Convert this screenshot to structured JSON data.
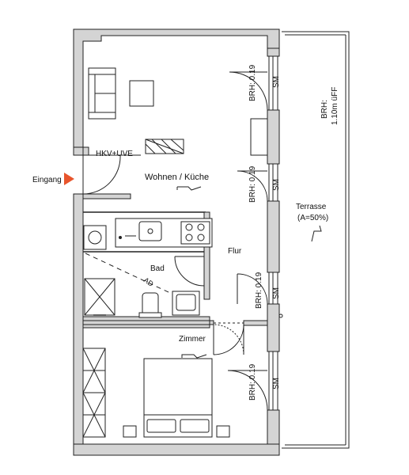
{
  "rooms": {
    "living_kitchen": "Wohnen / Küche",
    "bath": "Bad",
    "hall": "Flur",
    "bedroom": "Zimmer",
    "terrace": "Terrasse",
    "terrace_area": "(A=50%)"
  },
  "labels": {
    "entrance": "Eingang",
    "distribution": "HKV+UVE",
    "terrace_railing": "BRH:",
    "terrace_railing_height": "1.10m üFF",
    "windows": [
      {
        "sill": "BRH: 0.19",
        "marker": "SM"
      },
      {
        "sill": "BRH: 0.19",
        "marker": "SM"
      },
      {
        "sill": "BRH: 0.19",
        "marker": "SM"
      },
      {
        "sill": "BRH: 0.19",
        "marker": "SM"
      }
    ],
    "shaft": "AD"
  },
  "colors": {
    "wall_fill": "#d4d4d4",
    "line": "#222222",
    "entrance_arrow": "#e8552c"
  }
}
